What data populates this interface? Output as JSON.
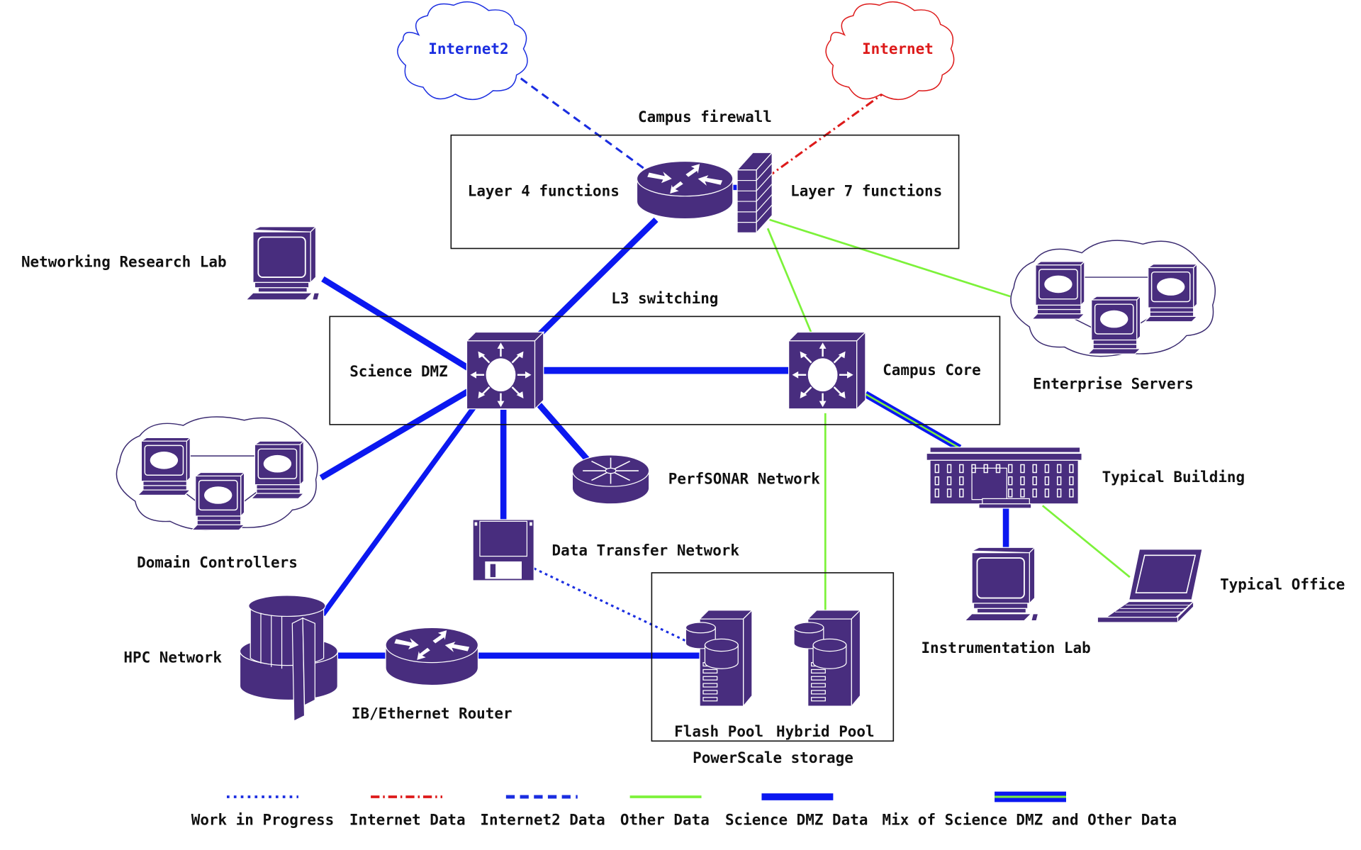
{
  "colors": {
    "device": "#482d7e",
    "science_dmz": "#0b18f0",
    "other": "#7cf23a",
    "internet": "#dd1a1a",
    "internet2": "#1a2de0",
    "work_in_progress": "#1a2de0"
  },
  "clouds": {
    "internet2": "Internet2",
    "internet": "Internet"
  },
  "groups": {
    "campus_firewall": "Campus firewall",
    "l3_switching": "L3 switching",
    "powerscale": "PowerScale storage"
  },
  "labels": {
    "layer4": "Layer 4 functions",
    "layer7": "Layer 7 functions",
    "networking_research_lab": "Networking Research Lab",
    "science_dmz": "Science DMZ",
    "campus_core": "Campus Core",
    "enterprise_servers": "Enterprise Servers",
    "domain_controllers": "Domain Controllers",
    "perfsonar": "PerfSONAR Network",
    "typical_building": "Typical Building",
    "data_transfer": "Data Transfer Network",
    "typical_office": "Typical Office",
    "instrumentation_lab": "Instrumentation Lab",
    "hpc": "HPC Network",
    "ib_router": "IB/Ethernet Router",
    "flash_pool": "Flash Pool",
    "hybrid_pool": "Hybrid Pool"
  },
  "legend": [
    {
      "key": "work_in_progress",
      "label": "Work in Progress"
    },
    {
      "key": "internet",
      "label": "Internet Data"
    },
    {
      "key": "internet2",
      "label": "Internet2 Data"
    },
    {
      "key": "other",
      "label": "Other Data"
    },
    {
      "key": "science_dmz",
      "label": "Science DMZ Data"
    },
    {
      "key": "mix",
      "label": "Mix of Science DMZ and Other Data"
    }
  ]
}
